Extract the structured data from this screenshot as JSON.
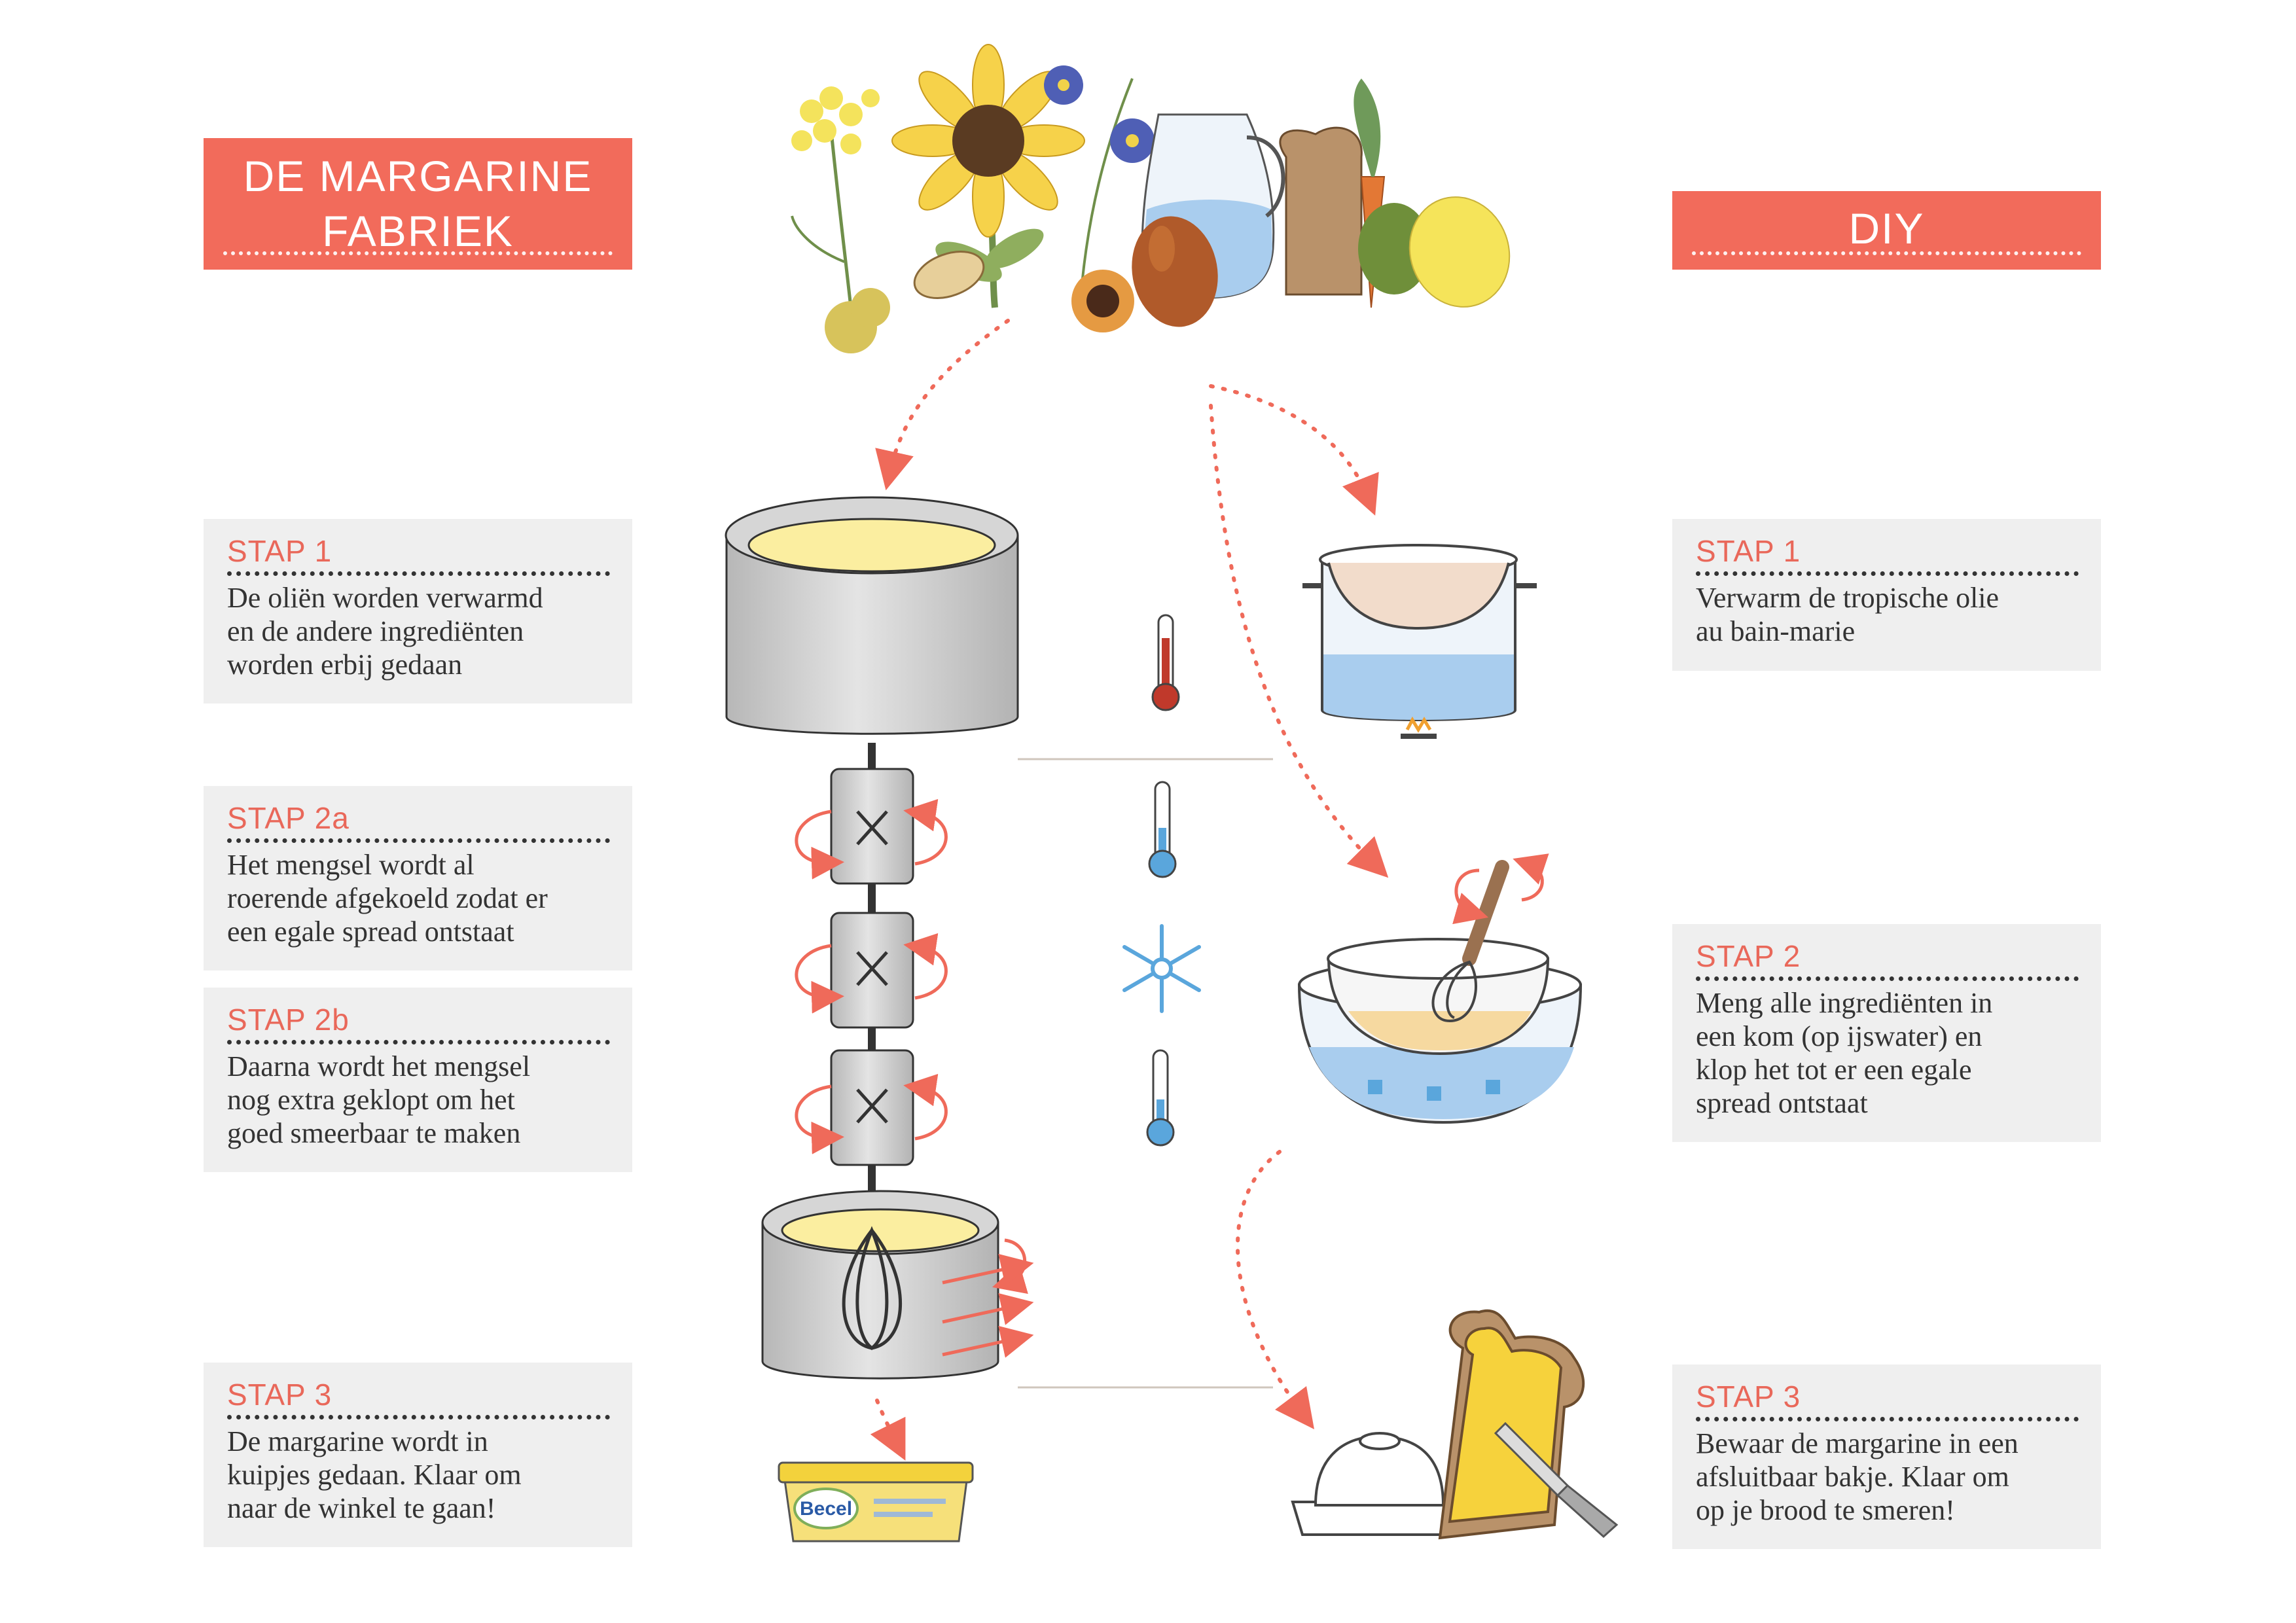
{
  "headers": {
    "factory_title": "DE MARGARINE\nFABRIEK",
    "diy_title": "DIY"
  },
  "factory_steps": [
    {
      "title": "STAP 1",
      "body": "De oliën worden verwarmd\nen de andere ingrediënten\nworden erbij gedaan"
    },
    {
      "title": "STAP 2a",
      "body": "Het mengsel wordt al\nroerende afgekoeld zodat er\neen egale spread ontstaat"
    },
    {
      "title": "STAP 2b",
      "body": "Daarna wordt het mengsel\nnog extra geklopt om het\ngoed smeerbaar te maken"
    },
    {
      "title": "STAP 3",
      "body": "De margarine wordt in\nkuipjes gedaan. Klaar om\nnaar de winkel te gaan!"
    }
  ],
  "diy_steps": [
    {
      "title": "STAP 1",
      "body": "Verwarm de tropische olie\nau bain-marie"
    },
    {
      "title": "STAP 2",
      "body": "Meng alle ingrediënten in\neen kom (op ijswater) en\nklop het tot er een egale\nspread ontstaat"
    },
    {
      "title": "STAP 3",
      "body": "Bewaar de margarine in een\nafsluitbaar bakje. Klaar om\nop je brood te smeren!"
    }
  ],
  "tub_brand": "Becel",
  "colors": {
    "accent": "#f26b5b",
    "box_bg": "#efefef",
    "arrow": "#ef6a5a",
    "steel": "#c9c9c9",
    "margarine": "#fbeea0",
    "water": "#a9cdee",
    "warm_thermometer": "#c0392b",
    "cold_thermometer": "#5aa6dc"
  }
}
